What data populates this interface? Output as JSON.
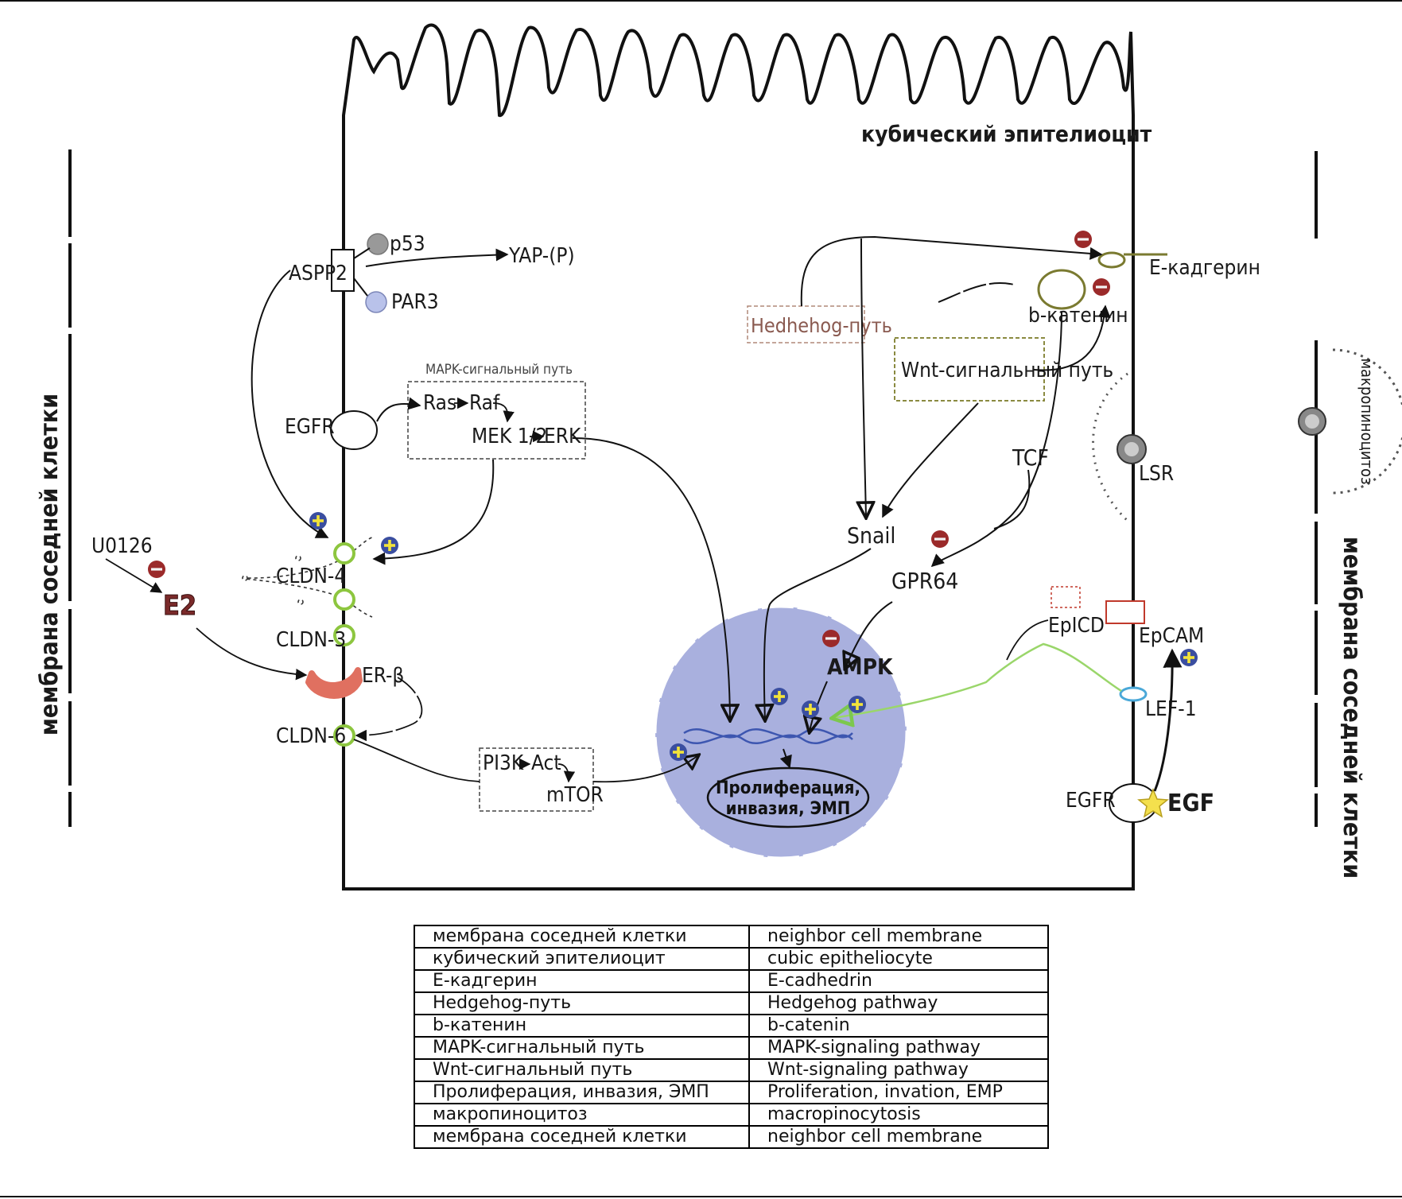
{
  "labels": {
    "cell_title": "кубический эпителиоцит",
    "neighbor_left": "мембрана соседней клетки",
    "neighbor_right": "мембрана соседней клетки",
    "macropinocytosis": "макропиноцитоз",
    "aspp2": "ASPP2",
    "p53": "p53",
    "yap": "YAP-(P)",
    "par3": "PAR3",
    "mapk_title": "MAPK-сигнальный путь",
    "ras": "Ras",
    "raf": "Raf",
    "mek_erk": "MEK 1/2",
    "erk": "ERK",
    "egfr_left": "EGFR",
    "u0126": "U0126",
    "e2": "E2",
    "cldn4": "CLDN-4",
    "cldn3": "CLDN-3",
    "cldn6": "CLDN-6",
    "er_beta": "ER-β",
    "pi3k": "PI3K",
    "act": "Act",
    "mtor": "mTOR",
    "hedgehog": "Hedhehog-путь",
    "wnt": "Wnt-сигнальный путь",
    "b_catenin": "b-катенин",
    "e_cadherin": "E-кадгерин",
    "tcf": "TCF",
    "snail": "Snail",
    "gpr64": "GPR64",
    "ampk": "AMPK",
    "lsr": "LSR",
    "epicd": "EpICD",
    "epcam": "EpCAM",
    "lef1": "LEF-1",
    "egfr_right": "EGFR",
    "egf": "EGF",
    "prolif_line1": "Пролиферация,",
    "prolif_line2": "инвазия, ЭМП"
  },
  "legend": [
    {
      "ru": "мембрана соседней клетки",
      "en": "neighbor cell membrane"
    },
    {
      "ru": "кубический эпителиоцит",
      "en": "cubic epitheliocyte"
    },
    {
      "ru": "Е-кадгерин",
      "en": "E-cadhedrin"
    },
    {
      "ru": "Hedgehog-путь",
      "en": "Hedgehog pathway"
    },
    {
      "ru": "b-катенин",
      "en": "b-catenin"
    },
    {
      "ru": "MAPK-сигнальный путь",
      "en": "MAPK-signaling pathway"
    },
    {
      "ru": "Wnt-сигнальный путь",
      "en": "Wnt-signaling pathway"
    },
    {
      "ru": "Пролиферация, инвазия, ЭМП",
      "en": "Proliferation, invation, EMP"
    },
    {
      "ru": "макропиноцитоз",
      "en": "macropinocytosis"
    },
    {
      "ru": "мембрана соседней клетки",
      "en": "neighbor cell membrane"
    }
  ],
  "colors": {
    "nucleus": "#a9b0de",
    "cldn_ring": "#8dc63f",
    "er_beta": "#e07060",
    "activator_bg": "#3a4ea0",
    "activator_sign": "#f2e33a",
    "inhibitor": "#9b2a2a",
    "egf_star": "#f4e04d",
    "lef1_ring": "#4aa8d8",
    "green_arrow": "#9ad66a"
  },
  "icons": [
    "activator-plus-icon",
    "inhibitor-minus-icon",
    "egf-star-icon"
  ]
}
